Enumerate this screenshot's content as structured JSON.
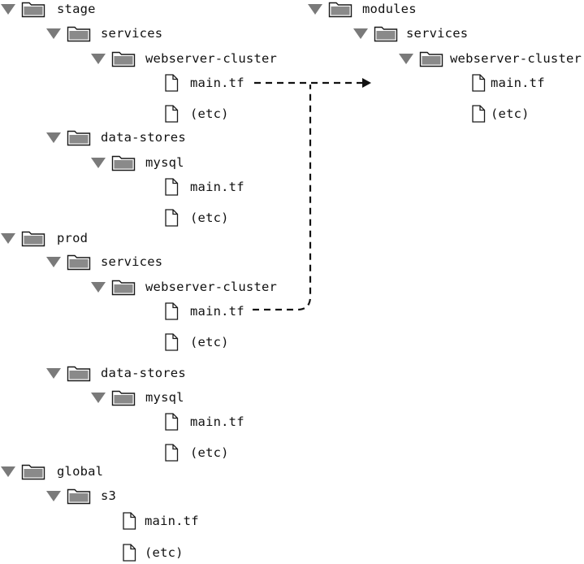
{
  "left_tree": {
    "stage": {
      "label": "stage",
      "services": {
        "label": "services",
        "webserver_cluster": {
          "label": "webserver-cluster",
          "files": [
            "main.tf",
            "(etc)"
          ]
        }
      },
      "data_stores": {
        "label": "data-stores",
        "mysql": {
          "label": "mysql",
          "files": [
            "main.tf",
            "(etc)"
          ]
        }
      }
    },
    "prod": {
      "label": "prod",
      "services": {
        "label": "services",
        "webserver_cluster": {
          "label": "webserver-cluster",
          "files": [
            "main.tf",
            "(etc)"
          ]
        }
      },
      "data_stores": {
        "label": "data-stores",
        "mysql": {
          "label": "mysql",
          "files": [
            "main.tf",
            "(etc)"
          ]
        }
      }
    },
    "global": {
      "label": "global",
      "s3": {
        "label": "s3",
        "files": [
          "main.tf",
          "(etc)"
        ]
      }
    }
  },
  "right_tree": {
    "modules": {
      "label": "modules",
      "services": {
        "label": "services",
        "webserver_cluster": {
          "label": "webserver-cluster",
          "files": [
            "main.tf",
            "(etc)"
          ]
        }
      }
    }
  },
  "icons": {
    "expand": "expand-triangle-icon",
    "folder": "folder-icon",
    "file": "file-icon"
  },
  "colors": {
    "folder_fill": "#8a8a8a",
    "triangle_fill": "#7a7a7a",
    "text": "#111111",
    "arrow": "#111111"
  }
}
